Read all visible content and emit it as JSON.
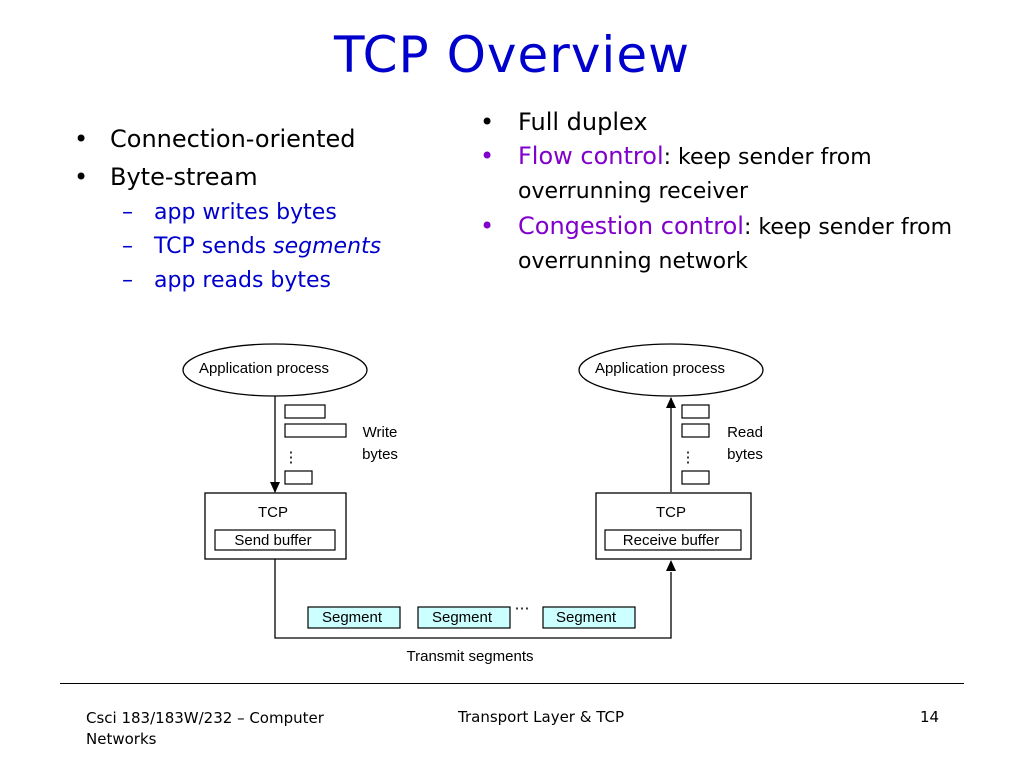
{
  "title": "TCP Overview",
  "left_bullets": {
    "item1": "Connection-oriented",
    "item2": "Byte-stream",
    "sub1": "app writes bytes",
    "sub2_pre": "TCP sends ",
    "sub2_em": "segments",
    "sub3": "app reads bytes"
  },
  "right_bullets": {
    "item1": "Full duplex",
    "item2_term": "Flow control",
    "item2_desc": ": keep sender from overrunning receiver",
    "item3_term": "Congestion control",
    "item3_desc": ": keep sender from overrunning network"
  },
  "diagram": {
    "app_left": "Application process",
    "app_right": "Application process",
    "write_line1": "Write",
    "write_line2": "bytes",
    "read_line1": "Read",
    "read_line2": "bytes",
    "dots": "⋮",
    "tcp_left": "TCP",
    "tcp_right": "TCP",
    "send_buffer": "Send buffer",
    "receive_buffer": "Receive buffer",
    "segment1": "Segment",
    "segment2": "Segment",
    "segment_ellipsis": "⋯",
    "segment3": "Segment",
    "transmit": "Transmit segments",
    "segment_fill": "#ccffff"
  },
  "footer": {
    "left": "Csci 183/183W/232 – Computer Networks",
    "center": "Transport Layer &  TCP",
    "page": "14"
  },
  "colors": {
    "title": "#0000cc",
    "sub_bullets": "#0000cc",
    "accent": "#8000cc"
  }
}
